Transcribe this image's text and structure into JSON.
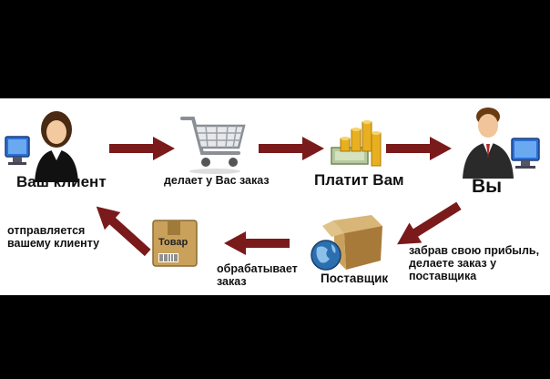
{
  "diagram": {
    "nodes": {
      "client": {
        "label": "Ваш клиент",
        "icon": "woman-at-computer-icon"
      },
      "cart": {
        "label": "делает у Вас заказ",
        "icon": "shopping-cart-icon"
      },
      "pay": {
        "label": "Платит Вам",
        "icon": "money-stack-icon"
      },
      "you": {
        "label": "Вы",
        "icon": "man-at-computer-icon"
      },
      "supplier": {
        "label": "Поставщик",
        "icon": "box-with-globe-icon"
      },
      "goods": {
        "label": "обрабатывает\nзаказ",
        "icon": "goods-box-icon",
        "box_label": "Товар"
      },
      "ship": {
        "label": "отправляется\nвашему клиенту"
      }
    },
    "edges": {
      "you_to_supplier": "забрав свою прибыль,\nделаете заказ у\nпоставщика"
    },
    "colors": {
      "arrow": "#7a1a1a",
      "box": "#c9a15a",
      "monitor": "#2b6fd6",
      "gold": "#e8b020"
    }
  }
}
